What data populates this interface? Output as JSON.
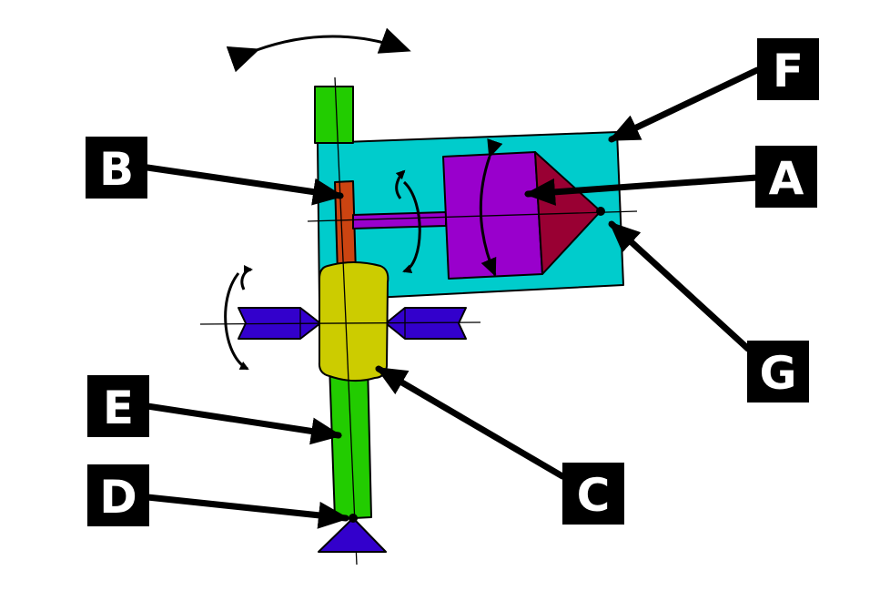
{
  "colors": {
    "frame": "#00cccc",
    "shaft": "#22cc00",
    "spindle": "#cc4411",
    "body": "#9900cc",
    "cone": "#990033",
    "hub": "#cccc00",
    "axle": "#3300cc",
    "base": "#3300cc"
  },
  "labels": {
    "a": "A",
    "b": "B",
    "c": "C",
    "d": "D",
    "e": "E",
    "f": "F",
    "g": "G"
  }
}
